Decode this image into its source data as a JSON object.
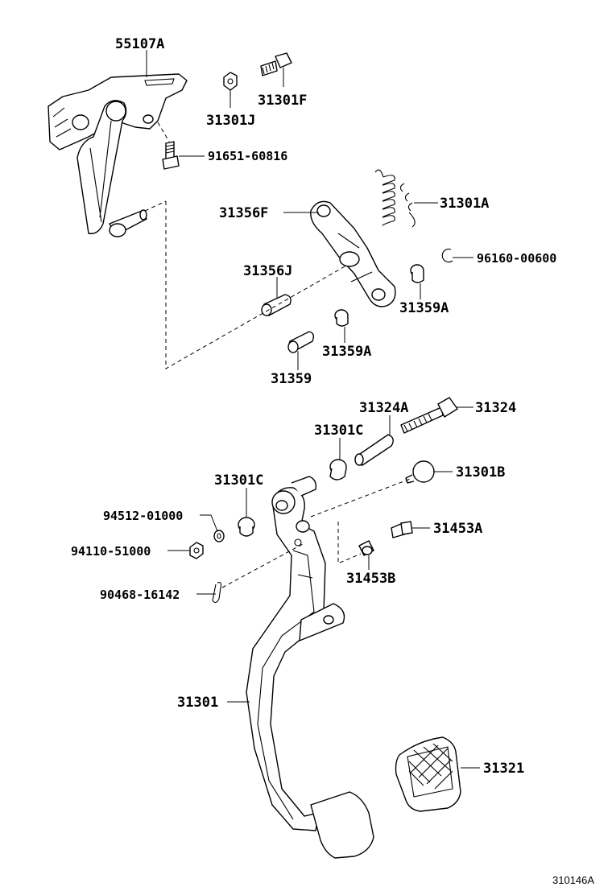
{
  "diagram_id": "310146A",
  "labels": {
    "p55107A": "55107A",
    "p31301F": "31301F",
    "p31301J": "31301J",
    "p91651": "91651-60816",
    "p31301A": "31301A",
    "p31356F": "31356F",
    "p96160": "96160-00600",
    "p31356J": "31356J",
    "p31359A_1": "31359A",
    "p31359A_2": "31359A",
    "p31359": "31359",
    "p31324A": "31324A",
    "p31324": "31324",
    "p31301C_1": "31301C",
    "p31301C_2": "31301C",
    "p31301B": "31301B",
    "p94512": "94512-01000",
    "p94110": "94110-51000",
    "p31453A": "31453A",
    "p31453B": "31453B",
    "p90468": "90468-16142",
    "p31301": "31301",
    "p31321": "31321"
  }
}
